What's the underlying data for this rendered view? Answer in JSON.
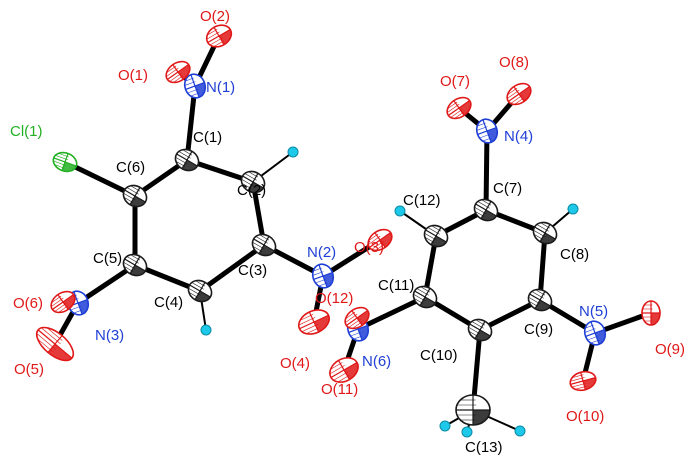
{
  "figure": {
    "atom_colors": {
      "C": "#1a1a1a",
      "N": "#1f3fd6",
      "O": "#e01818",
      "Cl": "#22b022",
      "H": "#1ec8e8",
      "bond": "#000000"
    },
    "atoms": [
      {
        "id": "Cl1",
        "element": "Cl",
        "label": "Cl(1)"
      },
      {
        "id": "C1",
        "element": "C",
        "label": "C(1)"
      },
      {
        "id": "C2",
        "element": "C",
        "label": "C(2)"
      },
      {
        "id": "C3",
        "element": "C",
        "label": "C(3)"
      },
      {
        "id": "C4",
        "element": "C",
        "label": "C(4)"
      },
      {
        "id": "C5",
        "element": "C",
        "label": "C(5)"
      },
      {
        "id": "C6",
        "element": "C",
        "label": "C(6)"
      },
      {
        "id": "C7",
        "element": "C",
        "label": "C(7)"
      },
      {
        "id": "C8",
        "element": "C",
        "label": "C(8)"
      },
      {
        "id": "C9",
        "element": "C",
        "label": "C(9)"
      },
      {
        "id": "C10",
        "element": "C",
        "label": "C(10)"
      },
      {
        "id": "C11",
        "element": "C",
        "label": "C(11)"
      },
      {
        "id": "C12",
        "element": "C",
        "label": "C(12)"
      },
      {
        "id": "C13",
        "element": "C",
        "label": "C(13)"
      },
      {
        "id": "N1",
        "element": "N",
        "label": "N(1)"
      },
      {
        "id": "N2",
        "element": "N",
        "label": "N(2)"
      },
      {
        "id": "N3",
        "element": "N",
        "label": "N(3)"
      },
      {
        "id": "N4",
        "element": "N",
        "label": "N(4)"
      },
      {
        "id": "N5",
        "element": "N",
        "label": "N(5)"
      },
      {
        "id": "N6",
        "element": "N",
        "label": "N(6)"
      },
      {
        "id": "O1",
        "element": "O",
        "label": "O(1)"
      },
      {
        "id": "O2",
        "element": "O",
        "label": "O(2)"
      },
      {
        "id": "O3",
        "element": "O",
        "label": "O(3)"
      },
      {
        "id": "O4",
        "element": "O",
        "label": "O(4)"
      },
      {
        "id": "O5",
        "element": "O",
        "label": "O(5)"
      },
      {
        "id": "O6",
        "element": "O",
        "label": "O(6)"
      },
      {
        "id": "O7",
        "element": "O",
        "label": "O(7)"
      },
      {
        "id": "O8",
        "element": "O",
        "label": "O(8)"
      },
      {
        "id": "O9",
        "element": "O",
        "label": "O(9)"
      },
      {
        "id": "O10",
        "element": "O",
        "label": "O(10)"
      },
      {
        "id": "O11",
        "element": "O",
        "label": "O(11)"
      },
      {
        "id": "O12",
        "element": "O",
        "label": "O(12)"
      },
      {
        "id": "H2",
        "element": "H",
        "label": ""
      },
      {
        "id": "H4",
        "element": "H",
        "label": ""
      },
      {
        "id": "H8",
        "element": "H",
        "label": ""
      },
      {
        "id": "H12",
        "element": "H",
        "label": ""
      },
      {
        "id": "H13a",
        "element": "H",
        "label": ""
      },
      {
        "id": "H13b",
        "element": "H",
        "label": ""
      },
      {
        "id": "H13c",
        "element": "H",
        "label": ""
      }
    ],
    "bonds": [
      [
        "C1",
        "C2"
      ],
      [
        "C2",
        "C3"
      ],
      [
        "C3",
        "C4"
      ],
      [
        "C4",
        "C5"
      ],
      [
        "C5",
        "C6"
      ],
      [
        "C6",
        "C1"
      ],
      [
        "C1",
        "N1"
      ],
      [
        "N1",
        "O1"
      ],
      [
        "N1",
        "O2"
      ],
      [
        "C3",
        "N2"
      ],
      [
        "N2",
        "O3"
      ],
      [
        "N2",
        "O4"
      ],
      [
        "C5",
        "N3"
      ],
      [
        "N3",
        "O5"
      ],
      [
        "N3",
        "O6"
      ],
      [
        "C6",
        "Cl1"
      ],
      [
        "C2",
        "H2"
      ],
      [
        "C4",
        "H4"
      ],
      [
        "C7",
        "C8"
      ],
      [
        "C8",
        "C9"
      ],
      [
        "C9",
        "C10"
      ],
      [
        "C10",
        "C11"
      ],
      [
        "C11",
        "C12"
      ],
      [
        "C12",
        "C7"
      ],
      [
        "C7",
        "N4"
      ],
      [
        "N4",
        "O7"
      ],
      [
        "N4",
        "O8"
      ],
      [
        "C9",
        "N5"
      ],
      [
        "N5",
        "O9"
      ],
      [
        "N5",
        "O10"
      ],
      [
        "C11",
        "N6"
      ],
      [
        "N6",
        "O11"
      ],
      [
        "N6",
        "O12"
      ],
      [
        "C10",
        "C13"
      ],
      [
        "C8",
        "H8"
      ],
      [
        "C12",
        "H12"
      ],
      [
        "C13",
        "H13a"
      ],
      [
        "C13",
        "H13b"
      ],
      [
        "C13",
        "H13c"
      ]
    ]
  }
}
